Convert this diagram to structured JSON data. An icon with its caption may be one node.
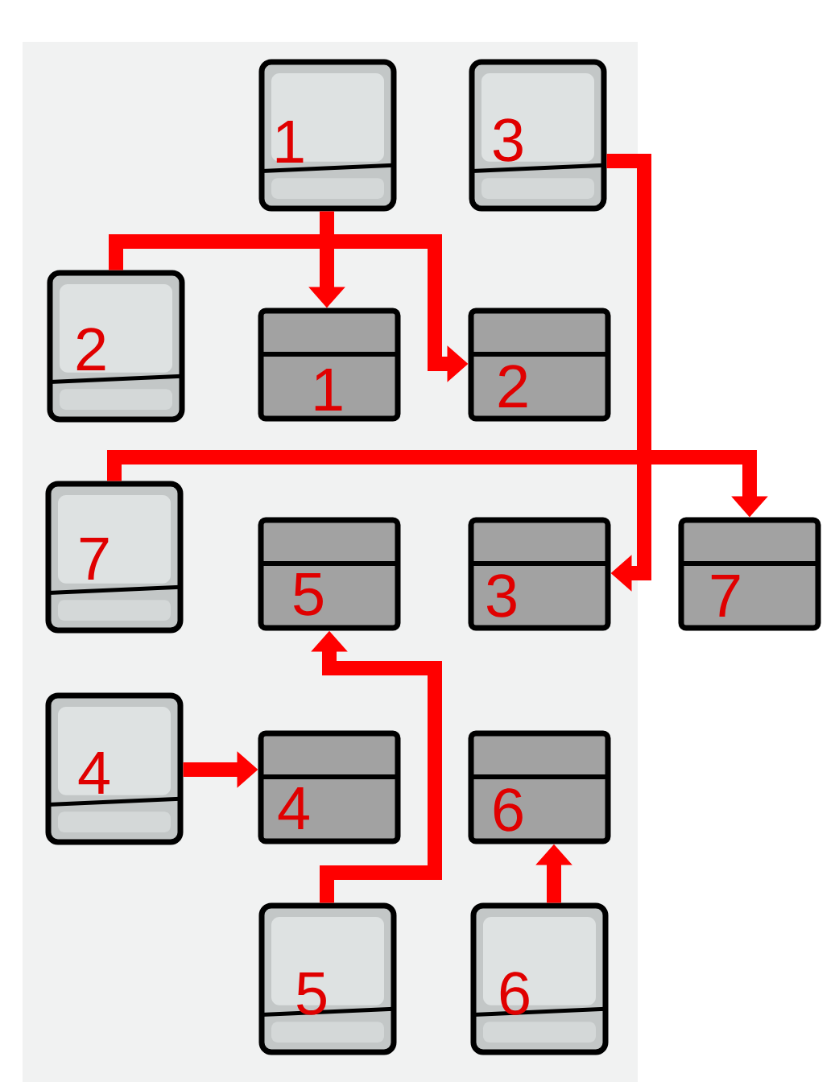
{
  "diagram": {
    "nodes": [
      {
        "text": [
          "1"
        ]
      },
      {
        "text": [
          "3"
        ]
      },
      {
        "text": [
          "2"
        ]
      },
      {
        "text": [
          "1"
        ]
      },
      {
        "text": [
          "2"
        ]
      },
      {
        "text": [
          "7"
        ]
      },
      {
        "text": [
          "5"
        ]
      },
      {
        "text": [
          "3"
        ]
      },
      {
        "text": [
          "7"
        ]
      },
      {
        "text": [
          "4"
        ]
      },
      {
        "text": [
          "4"
        ]
      },
      {
        "text": [
          "6"
        ]
      },
      {
        "text": [
          "5"
        ]
      },
      {
        "text": [
          "6"
        ]
      }
    ],
    "edges": [
      {
        "from": 0,
        "to": 3,
        "arrow": "to"
      },
      {
        "from": 2,
        "to": 4,
        "arrow": "to"
      },
      {
        "from": 1,
        "to": 7,
        "arrow": "to"
      },
      {
        "from": 5,
        "to": 8,
        "arrow": "to"
      },
      {
        "from": 9,
        "to": 10,
        "arrow": "to"
      },
      {
        "from": 12,
        "to": 6,
        "arrow": "to"
      },
      {
        "from": 13,
        "to": 11,
        "arrow": "to"
      }
    ]
  }
}
